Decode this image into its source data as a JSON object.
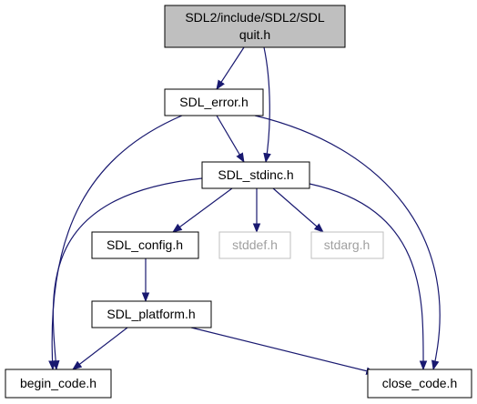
{
  "nodes": {
    "root_line1": "SDL2/include/SDL2/SDL",
    "root_line2": "quit.h",
    "sdl_error": "SDL_error.h",
    "sdl_stdinc": "SDL_stdinc.h",
    "sdl_config": "SDL_config.h",
    "stddef": "stddef.h",
    "stdarg": "stdarg.h",
    "sdl_platform": "SDL_platform.h",
    "begin_code": "begin_code.h",
    "close_code": "close_code.h"
  },
  "colors": {
    "edge": "#191970",
    "root_fill": "#bfbfbf",
    "missing_border": "#bfbfbf"
  }
}
